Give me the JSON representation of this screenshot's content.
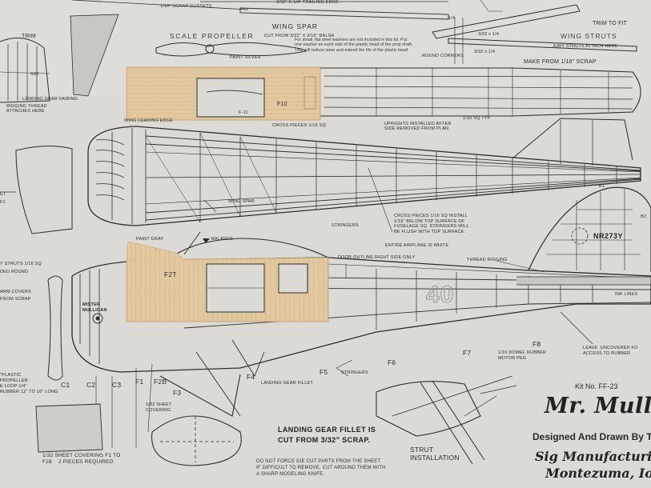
{
  "colors": {
    "paper": "#dcdad5",
    "ink": "#2b2b2b",
    "balsa": "#e2c9a0",
    "balsa_grain": "#cdae7e"
  },
  "labels": {
    "scrap_gussets": "1/16\" SCRAP GUSSETS",
    "trailing_edge": "3/32\" X 1/4\" TRAILING EDGE",
    "trim": "TRIM",
    "wing_spar_top": "WING SPAR",
    "scale_propeller": "SCALE    PROPELLER",
    "cut_from": "CUT FROM 3/32\" X 3/16\" BALSA",
    "paint_silver": "PAINT SILVER",
    "wing_note": "For small, flat steel washers are not included in this kit. Put one washer on each side of the plastic tread of the prop shaft. This will reduce wear and extend the life of the plastic bead.",
    "trim_to_fit": "TRIM TO FIT",
    "wing_struts": "WING STRUTS",
    "jury_struts": "JURY STRUTS ATTACH HERE",
    "three_32_x_14": "3/32 x 1/4",
    "three_32_x_14_b": "3/32 x 1/4",
    "round_corners": "ROUND CORNERS",
    "make_from_scrap": "MAKE FROM 1/16\" SCRAP",
    "landing_gear_fairing": "LANDING GEAR FAIRING",
    "rigging_thread": "RIGGING THREAD\nATTACHES HERE",
    "f11": "F-11",
    "f10": "F10",
    "wing_leading_edge": "WING LEADING EDGE",
    "cross_pieces_top": "CROSS PIECES 1/16 SQ",
    "uprights": "UPRIGHTS INSTALLED AFTER\nSIDE REMOVED FROM PLAN",
    "sq_typ": "1/16 SQ TYP",
    "wing_spar_mid": "WING SPAR",
    "stringers_top": "STRINGERS",
    "cross_pieces_install": "CROSS PIECES 1/16 SQ INSTALL\n1/16\" BELOW TOP SURFACE OF\nFUSELAGE SQ. STRINGERS WILL\nBE FLUSH WITH TOP SURFACE.",
    "entire_airplane": "ENTIRE AIRPLANE IS WHITE",
    "paint_gray": "PAINT GRAY",
    "balance": "BALANCE",
    "door_outline": "DOOR OUTLINE RIGHT SIDE ONLY",
    "thread_rigging": "THREAD RIGGING",
    "b1": "B1",
    "b2": "B2",
    "registration": "NR273Y",
    "big_number": "40",
    "ink_lines": "INK LINES",
    "f27": "F2T",
    "mister_mulligan": "MISTER\nMULLIGAN",
    "struts_sq": "Y STRUTS 1/16 SQ",
    "ded_round": "DED ROUND",
    "arm_covers": "ARM COVERS",
    "from_scrap": "FROM SCRAP",
    "plastic_propeller": "\"PLASTIC\nPROPELLER\nE LOOP 1/4\"\nRUBBER 12\" TO 16\" LONG",
    "c1": "C1",
    "c2": "C2",
    "c3": "C3",
    "f1": "F1",
    "f2b": "F2B",
    "f3": "F3",
    "f4": "F4",
    "f5": "F5",
    "f6": "F6",
    "f7": "F7",
    "f8": "F8",
    "sheet_covering": "1/32 SHEET\nCOVERING",
    "landing_gear_fillet": "LANDING  GEAR FILLET",
    "stringers_bottom": "STRINGERS",
    "dowel_peg": "1/16 DOWEL RUBBER\nMOTOR PEG",
    "leave_uncovered": "LEAVE  UNCOVERED FO\nACCESS TO RUBBER",
    "sheet_covering_f1": "1/32 SHEET COVERING F1 TO\nF28    2 PIECES REQUIRED",
    "fillet_note": "LANDING GEAR FILLET IS\nCUT FROM 3/32\" SCRAP.",
    "diecut_note": "DO NOT FORCE DIE CUT PARTS FROM THE SHEET\nIF DIFFICULT TO REMOVE, CUT AROUND THEM WITH\nA SHARP MODELING KNIFE.",
    "strut_installation": "STRUT\nINSTALLATION",
    "et": "ET",
    "f1_left": "F1",
    "s32": "S32",
    "dim_14": "1/4"
  },
  "kit": {
    "number": "Kit No. FF-23",
    "title": "Mr. Mullig",
    "designed": "Designed And Drawn By To",
    "maker": "Sig Manufacturing C",
    "city": "Montezuma, Iowa"
  }
}
